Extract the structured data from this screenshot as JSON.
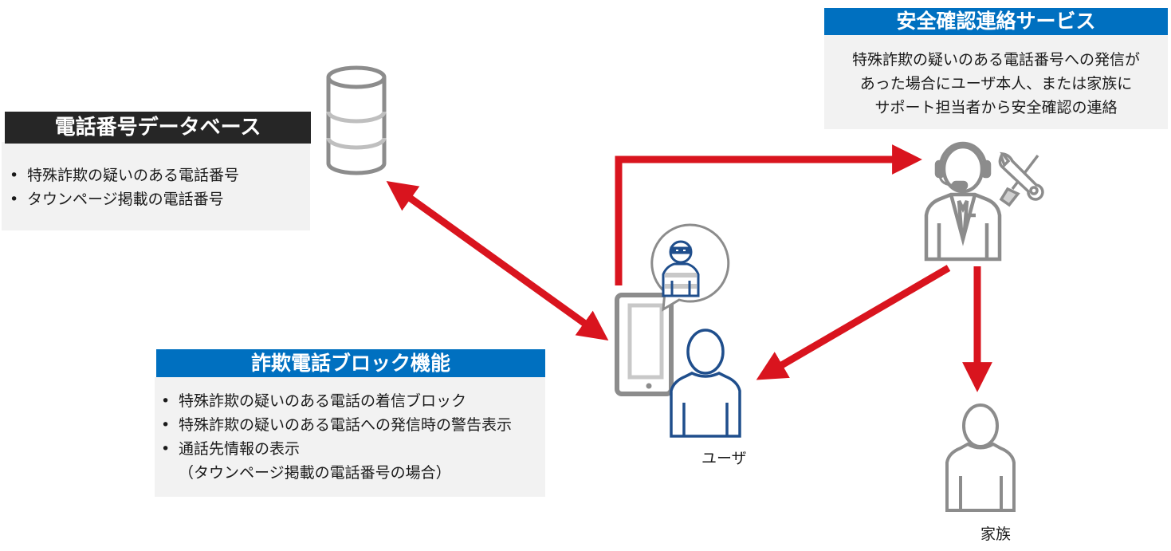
{
  "colors": {
    "arrow": "#d9141e",
    "dark_header": "#262626",
    "blue_header": "#0070c0",
    "panel_bg": "#f2f2f2",
    "icon_gray": "#8c8c8c",
    "icon_blue": "#1f4e8c"
  },
  "database_panel": {
    "title": "電話番号データベース",
    "items": [
      "特殊詐欺の疑いのある電話番号",
      "タウンページ掲載の電話番号"
    ]
  },
  "safety_panel": {
    "title": "安全確認連絡サービス",
    "lines": [
      "特殊詐欺の疑いのある電話番号への発信が",
      "あった場合にユーザ本人、または家族に",
      "サポート担当者から安全確認の連絡"
    ]
  },
  "block_panel": {
    "title": "詐欺電話ブロック機能",
    "items": [
      "特殊詐欺の疑いのある電話の着信ブロック",
      "特殊詐欺の疑いのある電話への発信時の警告表示",
      "通話先情報の表示"
    ],
    "item3_continuation": "（タウンページ掲載の電話番号の場合）"
  },
  "nodes": {
    "database": {
      "icon": "database-icon"
    },
    "smartphone": {
      "icon": "smartphone-icon"
    },
    "fraudster": {
      "icon": "fraudster-icon"
    },
    "user": {
      "icon": "user-icon",
      "label": "ユーザ"
    },
    "operator": {
      "icon": "support-operator-icon"
    },
    "tools": {
      "icon": "tools-icon"
    },
    "family": {
      "icon": "family-person-icon",
      "label": "家族"
    }
  },
  "edges": [
    {
      "from": "database",
      "to": "smartphone",
      "direction": "both"
    },
    {
      "from": "smartphone",
      "to": "operator",
      "direction": "forward"
    },
    {
      "from": "operator",
      "to": "user",
      "direction": "forward"
    },
    {
      "from": "operator",
      "to": "family",
      "direction": "forward"
    }
  ]
}
